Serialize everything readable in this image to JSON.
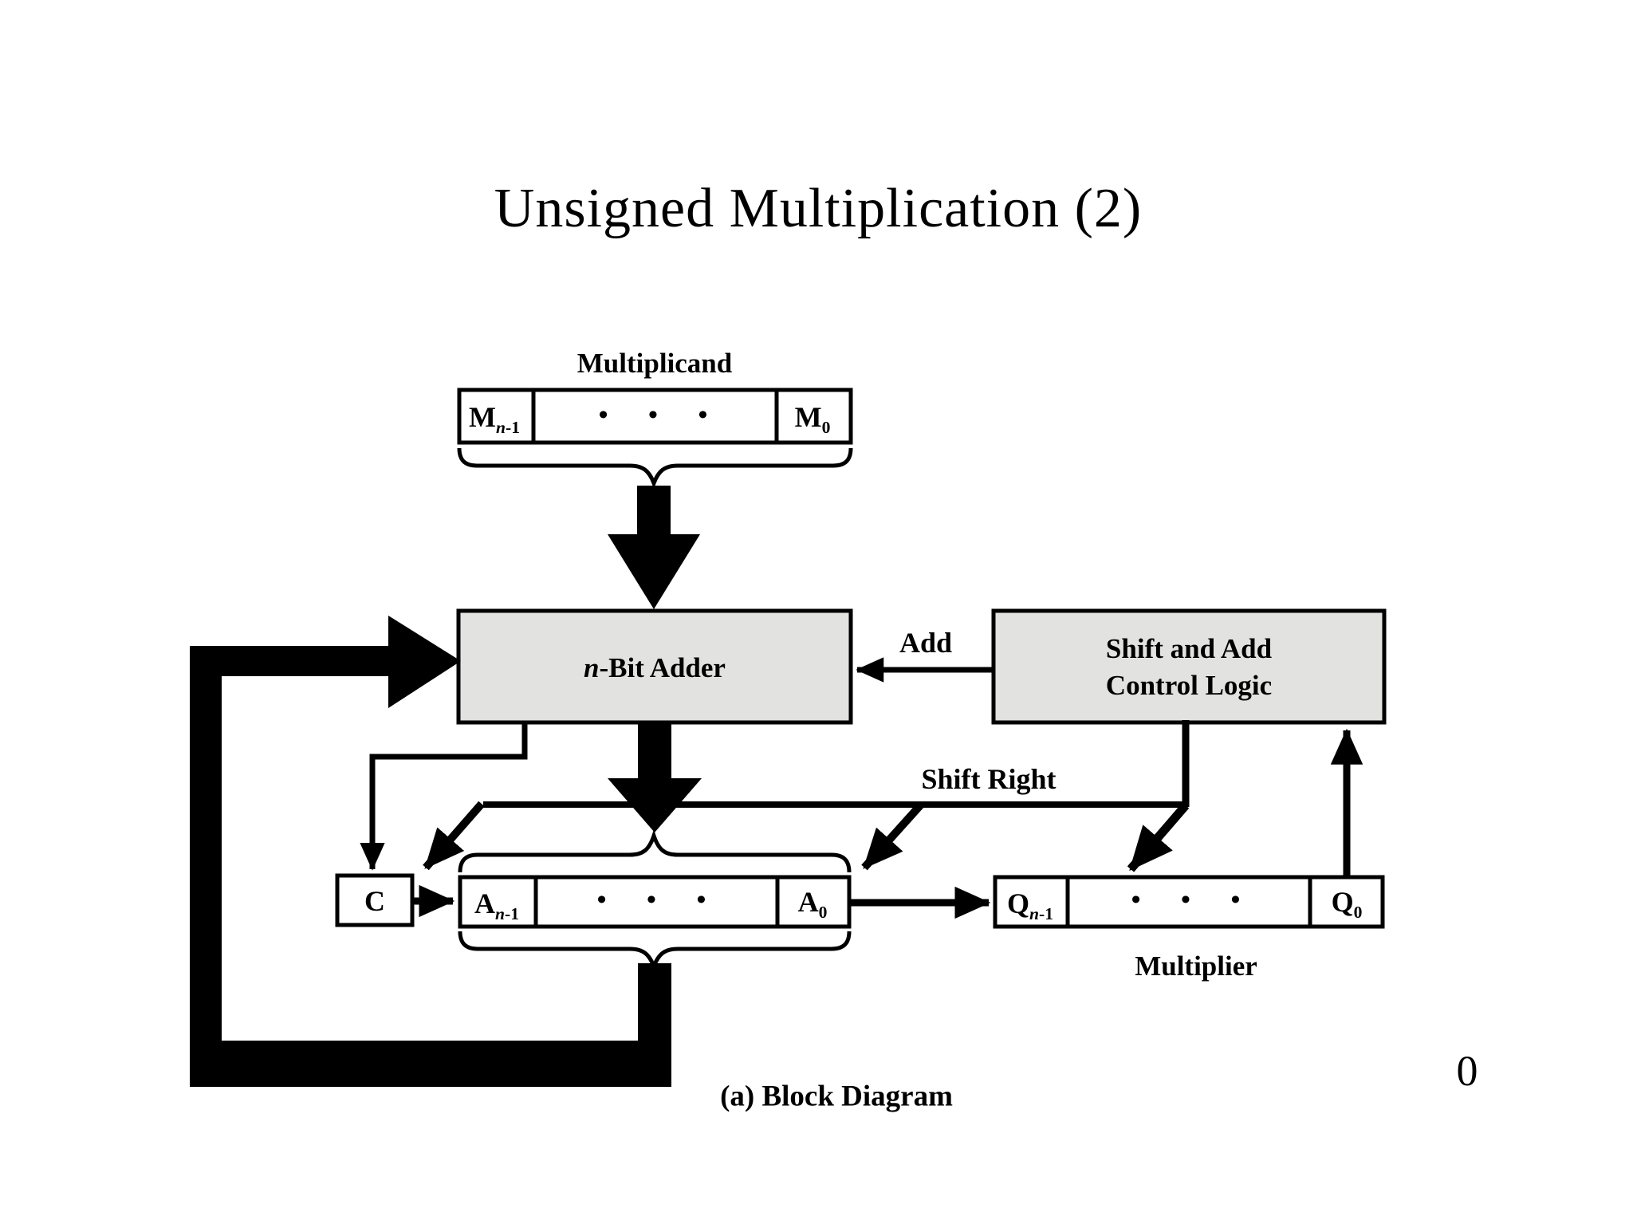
{
  "slide": {
    "title": "Unsigned Multiplication (2)",
    "caption": "(a) Block Diagram",
    "page_number": "0"
  },
  "colors": {
    "background": "#ffffff",
    "box_fill": "#e2e2e0",
    "line": "#000000"
  },
  "boxes": {
    "adder": {
      "name_italic": "n",
      "name_rest": "-Bit Adder"
    },
    "control": {
      "line1": "Shift and Add",
      "line2": "Control Logic"
    }
  },
  "signals": {
    "add": "Add",
    "shift_right": "Shift Right"
  },
  "carry_flag": {
    "label": "C"
  },
  "registers": {
    "multiplicand": {
      "label": "Multiplicand",
      "msb": {
        "base": "M",
        "sub_italic": "n",
        "sub": "-1"
      },
      "dots": "• • •",
      "lsb": {
        "base": "M",
        "sub_italic": "",
        "sub": "0"
      }
    },
    "accumulator": {
      "msb": {
        "base": "A",
        "sub_italic": "n",
        "sub": "-1"
      },
      "dots": "• • •",
      "lsb": {
        "base": "A",
        "sub_italic": "",
        "sub": "0"
      }
    },
    "multiplier": {
      "label": "Multiplier",
      "msb": {
        "base": "Q",
        "sub_italic": "n",
        "sub": "-1"
      },
      "dots": "• • •",
      "lsb": {
        "base": "Q",
        "sub_italic": "",
        "sub": "0"
      }
    }
  }
}
